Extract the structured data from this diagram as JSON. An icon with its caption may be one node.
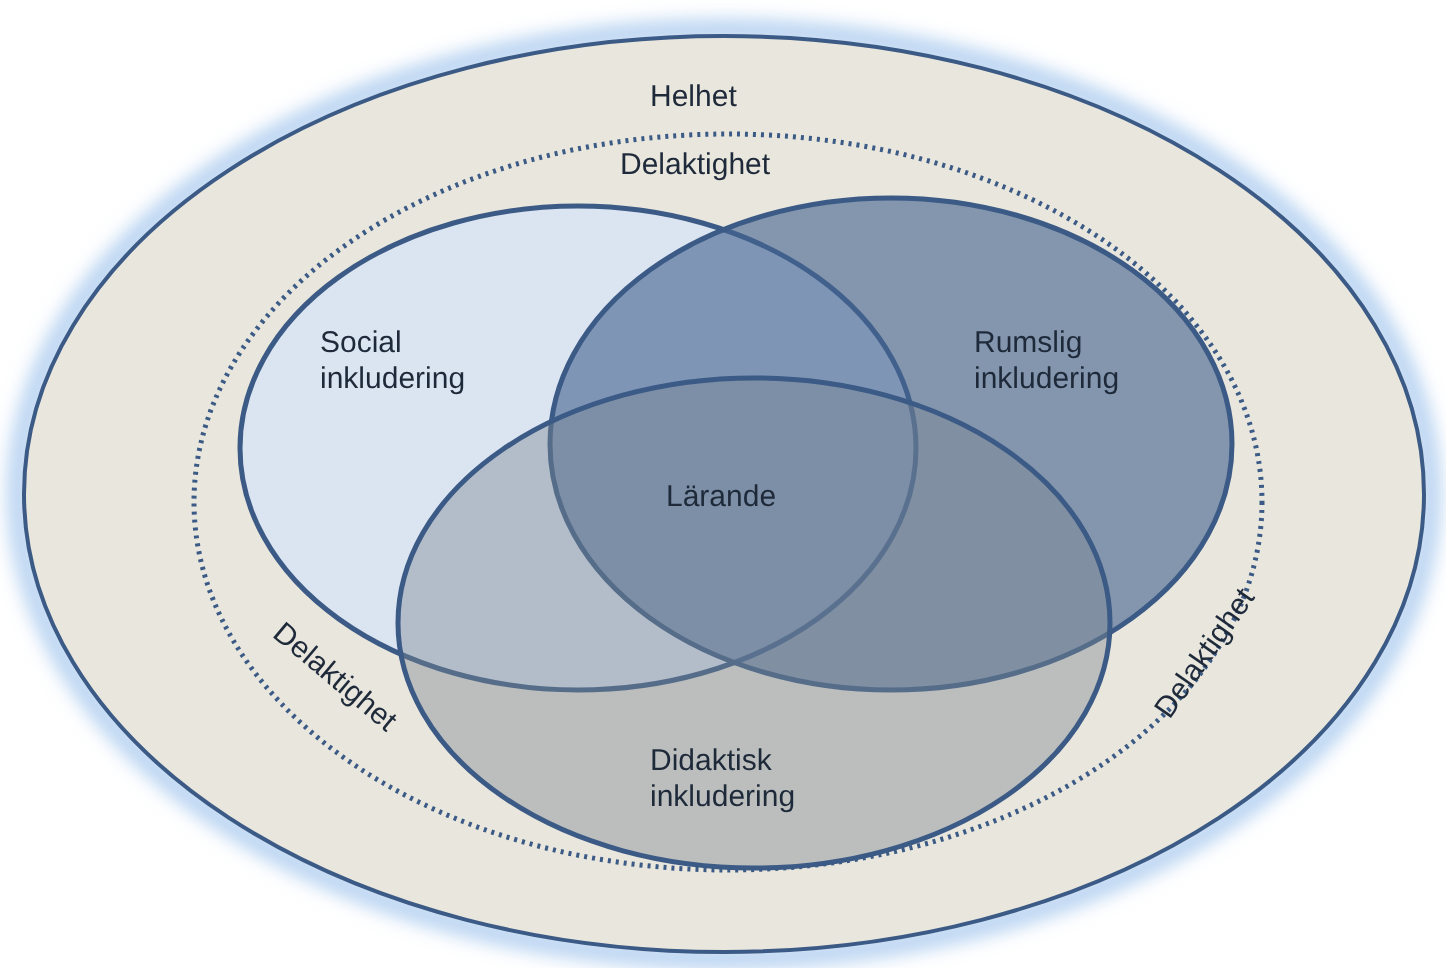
{
  "diagram": {
    "nodes": [
      {
        "text": [
          "Helhet"
        ]
      },
      {
        "text": [
          "Delaktighet",
          "Delaktighet",
          "Delaktighet"
        ],
        "in": 0
      },
      {
        "text": [
          "Social inkludering"
        ],
        "in": 1
      },
      {
        "text": [
          "Rumslig inkludering"
        ],
        "in": 1
      },
      {
        "text": [
          "Didaktisk inkludering"
        ],
        "in": 1
      }
    ],
    "labels": [
      "Lärande"
    ]
  }
}
